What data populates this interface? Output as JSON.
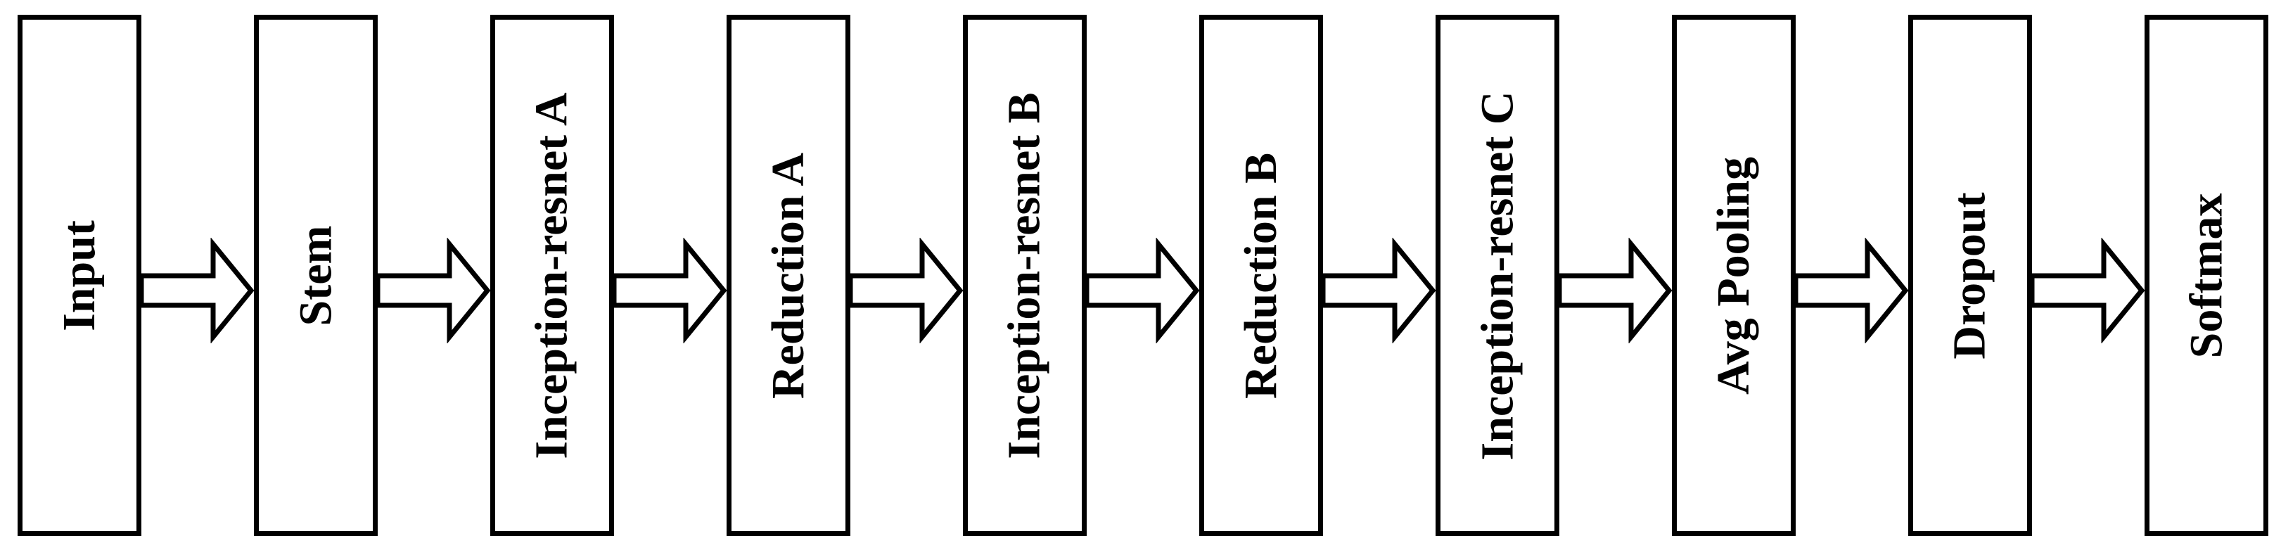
{
  "diagram": {
    "kind": "network-architecture-flowchart",
    "direction": "left-to-right",
    "stages": [
      {
        "name": "input",
        "label": "Input"
      },
      {
        "name": "stem",
        "label": "Stem"
      },
      {
        "name": "inception-resnet-a",
        "label": "Inception-resnet A"
      },
      {
        "name": "reduction-a",
        "label": "Reduction A"
      },
      {
        "name": "inception-resnet-b",
        "label": "Inception-resnet B"
      },
      {
        "name": "reduction-b",
        "label": "Reduction B"
      },
      {
        "name": "inception-resnet-c",
        "label": "Inception-resnet C"
      },
      {
        "name": "avg-pooling",
        "label": "Avg Pooling"
      },
      {
        "name": "dropout",
        "label": "Dropout"
      },
      {
        "name": "softmax",
        "label": "Softmax"
      }
    ],
    "connector": "hollow-right-arrow",
    "colors": {
      "ink": "#000000",
      "background": "#ffffff"
    }
  }
}
